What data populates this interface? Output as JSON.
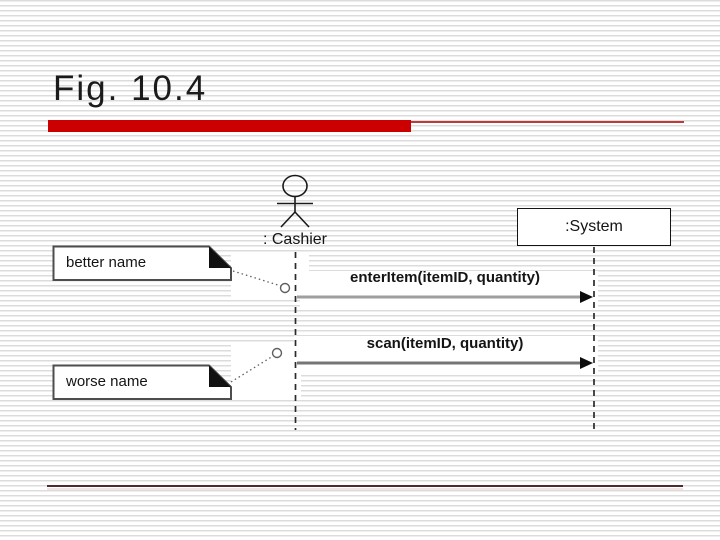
{
  "slide": {
    "title": "Fig. 10.4",
    "colors": {
      "accent_red": "#cc0000",
      "thin_rule_red": "#bf3a3a",
      "bottom_rule_dark": "#502a2d",
      "bottom_rule_light": "#f1e3e3",
      "stripe_gray": "#dcdcdc",
      "diagram_ink": "#1a1a1a"
    }
  },
  "diagram": {
    "actor": {
      "label": ": Cashier"
    },
    "system": {
      "label": ":System"
    },
    "notes": [
      {
        "label": "better name"
      },
      {
        "label": "worse name"
      }
    ],
    "messages": [
      {
        "label": "enterItem(itemID, quantity)"
      },
      {
        "label": "scan(itemID, quantity)"
      }
    ]
  }
}
